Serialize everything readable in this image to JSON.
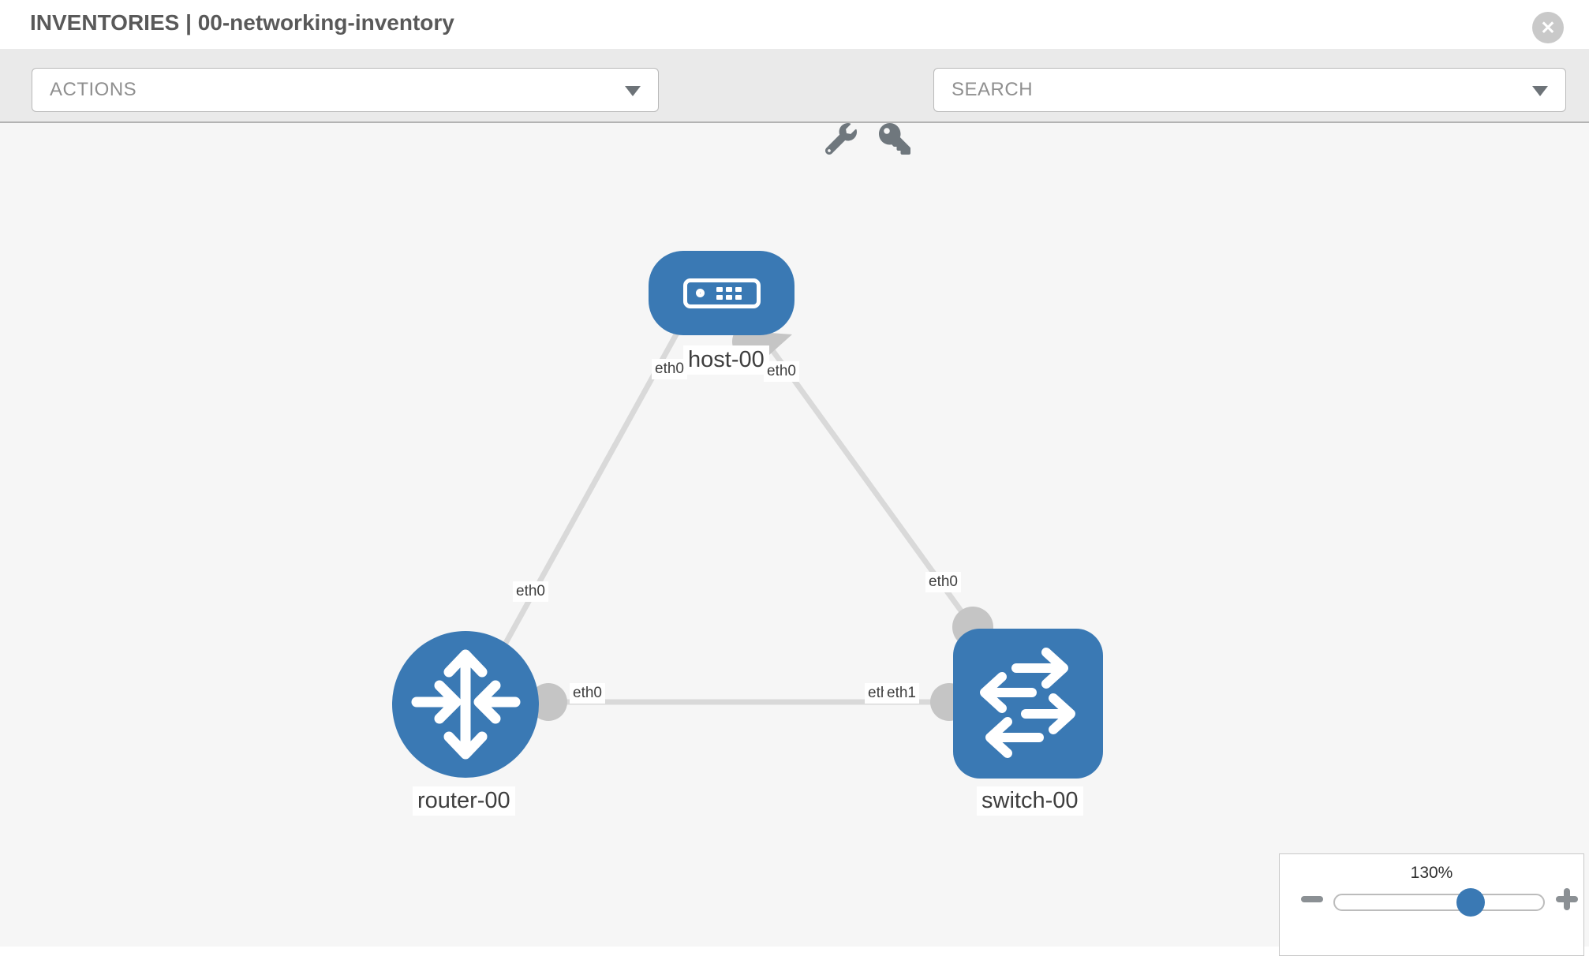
{
  "header": {
    "title": "INVENTORIES | 00-networking-inventory",
    "close_glyph": "✕"
  },
  "toolbar": {
    "actions_label": "ACTIONS",
    "search_label": "SEARCH",
    "icons": [
      "wrench",
      "key"
    ]
  },
  "topology": {
    "nodes": [
      {
        "id": "host-00",
        "type": "host",
        "label": "host-00"
      },
      {
        "id": "router-00",
        "type": "router",
        "label": "router-00"
      },
      {
        "id": "switch-00",
        "type": "switch",
        "label": "switch-00"
      }
    ],
    "links": [
      {
        "source": "host-00",
        "source_interface": "eth0",
        "target": "router-00",
        "target_interface": "eth0"
      },
      {
        "source": "host-00",
        "source_interface": "eth0",
        "target": "switch-00",
        "target_interface": "eth0"
      },
      {
        "source": "router-00",
        "source_interface": "eth0",
        "target": "switch-00",
        "target_interface": "eth1"
      }
    ],
    "interface_chips": {
      "host_left": "eth0",
      "host_right": "eth0",
      "router_link_host": "eth0",
      "switch_link_host": "eth0",
      "router_link_mid": "eth0",
      "switch_mid_back": "eth0",
      "switch_mid_front": "eth1"
    }
  },
  "zoom_control": {
    "level": "130%"
  },
  "colors": {
    "node_blue": "#3a79b4",
    "link_gray": "#d9d9d9",
    "connector_gray": "#c5c5c5",
    "toolbar_bg": "#eaeaea",
    "canvas_bg": "#f6f6f6",
    "title_gray": "#595959"
  }
}
